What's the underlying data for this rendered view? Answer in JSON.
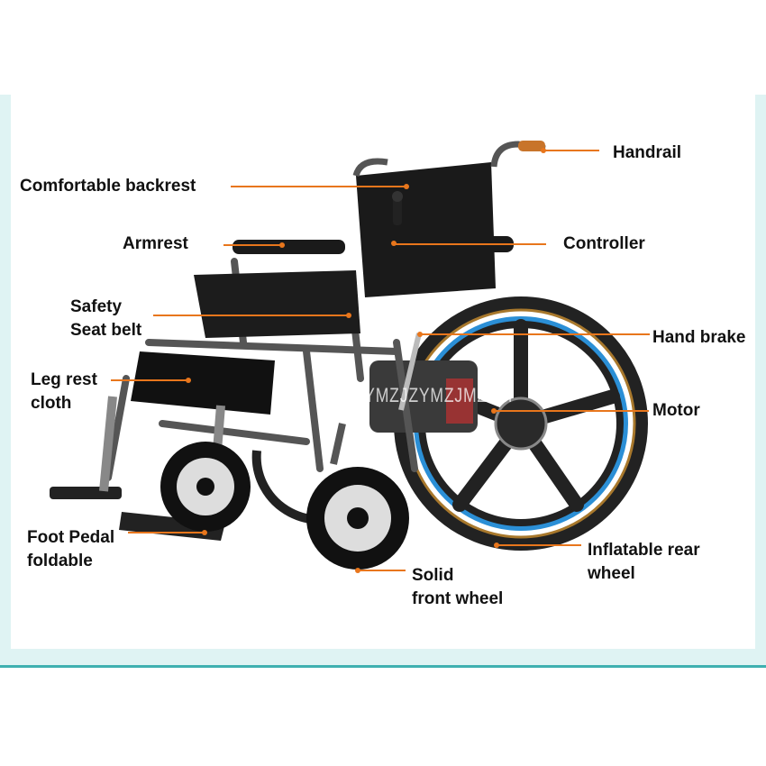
{
  "labels": {
    "handrail": "Handrail",
    "backrest": "Comfortable backrest",
    "armrest": "Armrest",
    "controller": "Controller",
    "safety_1": "Safety",
    "safety_2": "Seat belt",
    "hand_brake": "Hand brake",
    "leg_rest_1": "Leg rest",
    "leg_rest_2": "cloth",
    "motor": "Motor",
    "foot_pedal_1": "Foot Pedal",
    "foot_pedal_2": "foldable",
    "rear_wheel_1": "Inflatable rear",
    "rear_wheel_2": "wheel",
    "front_wheel_1": "Solid",
    "front_wheel_2": "front wheel"
  },
  "watermark": "ZJMZYMZJZYMZJMZYM",
  "colors": {
    "accent": "#e8761c",
    "frame_teal": "#3fb0b0",
    "rim_blue": "#2b8fd6"
  }
}
